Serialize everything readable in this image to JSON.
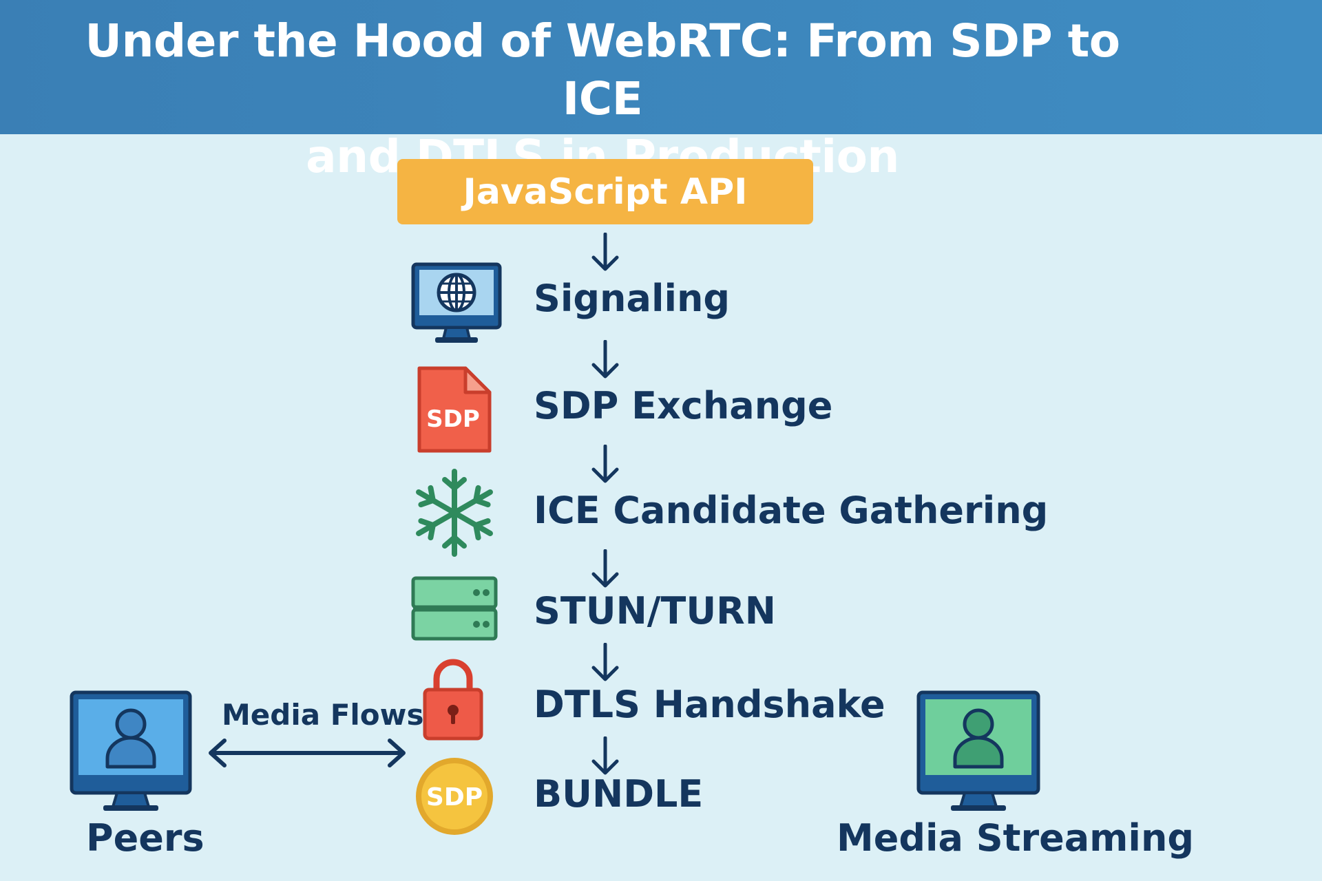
{
  "header": {
    "title_line1": "Under the Hood of WebRTC: From SDP to ICE",
    "title_line2": "and DTLS in Production",
    "background": "#3f8cc2"
  },
  "api": {
    "label": "JavaScript API",
    "color": "#f5b443"
  },
  "steps": [
    {
      "label": "Signaling",
      "icon": "globe-monitor-icon"
    },
    {
      "label": "SDP Exchange",
      "icon": "sdp-file-icon",
      "icon_text": "SDP"
    },
    {
      "label": "ICE Candidate Gathering",
      "icon": "snowflake-icon"
    },
    {
      "label": "STUN/TURN",
      "icon": "server-icon"
    },
    {
      "label": "DTLS Handshake",
      "icon": "padlock-icon"
    },
    {
      "label": "BUNDLE",
      "icon": "sdp-coin-icon",
      "icon_text": "SDP"
    }
  ],
  "peers": {
    "label": "Peers",
    "icon": "user-monitor-icon",
    "color": "#5aaee8"
  },
  "media_flows": {
    "label": "Media Flows"
  },
  "streaming": {
    "label": "Media Streaming",
    "icon": "user-monitor-icon",
    "color": "#6fcf9c"
  },
  "colors": {
    "text": "#14365e",
    "background": "#dcf0f6",
    "sdp_file": "#f0604a",
    "snowflake": "#2f8a5d",
    "server": "#7bd3a3",
    "padlock": "#ee5a48",
    "coin": "#f5c43f"
  }
}
